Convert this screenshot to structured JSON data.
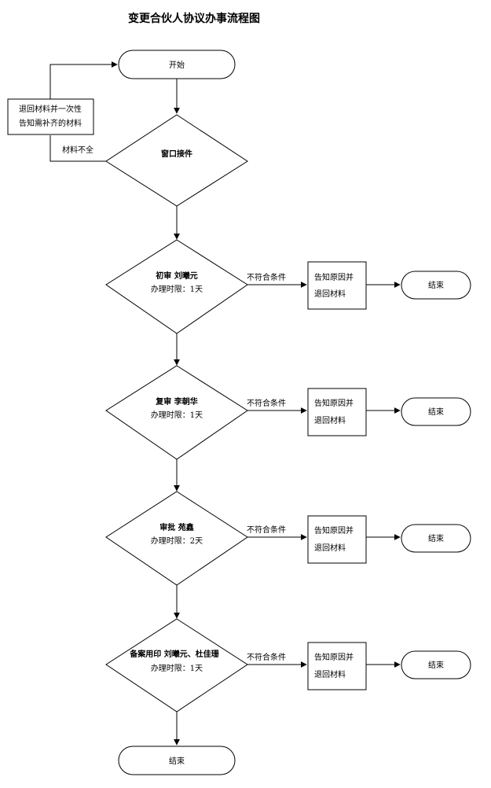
{
  "title": "变更合伙人协议办事流程图",
  "start": "开始",
  "end": "结束",
  "window": {
    "label": "窗口接件",
    "incomplete_label": "材料不全",
    "return_box": [
      "退回材料并一次性",
      "告知需补齐的材料"
    ]
  },
  "steps": [
    {
      "id": "first-review",
      "name": "初审  刘曦元",
      "time": "办理时限：1天"
    },
    {
      "id": "second-review",
      "name": "复审  李朝华",
      "time": "办理时限：1天"
    },
    {
      "id": "approval",
      "name": "审批  苑鑫",
      "time": "办理时限：2天"
    },
    {
      "id": "filing-seal",
      "name": "备案用印  刘曦元、杜佳珊",
      "time": "办理时限：1天"
    }
  ],
  "reject": {
    "condition": "不符合条件",
    "box": [
      "告知原因并",
      "退回材料"
    ],
    "end": "结束"
  }
}
